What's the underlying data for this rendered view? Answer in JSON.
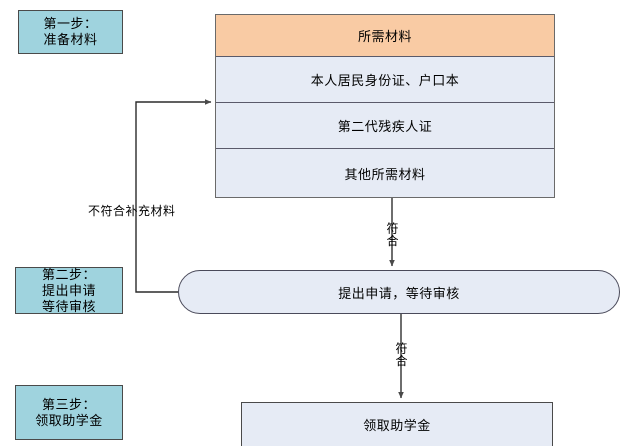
{
  "steps": [
    {
      "id": "step1",
      "lines": [
        "第一步：",
        "准备材料"
      ]
    },
    {
      "id": "step2",
      "lines": [
        "第二步：",
        "提出申请",
        "等待审核"
      ]
    },
    {
      "id": "step3",
      "lines": [
        "第三步：",
        "领取助学金"
      ]
    }
  ],
  "materials_table": {
    "header": "所需材料",
    "rows": [
      "本人居民身份证、户口本",
      "第二代残疾人证",
      "其他所需材料"
    ]
  },
  "nodes": {
    "apply": "提出申请，等待审核",
    "receive": "领取助学金"
  },
  "edges": {
    "pass_to_apply": "符合",
    "pass_to_receive": "符合",
    "fail_loop": "不符合补充材料"
  },
  "colors": {
    "step_box": "#9FD3DE",
    "table_header": "#F9CBA4",
    "node_fill": "#E6EBF5",
    "border": "#4a4a4a",
    "connector": "#4a4a4a"
  }
}
